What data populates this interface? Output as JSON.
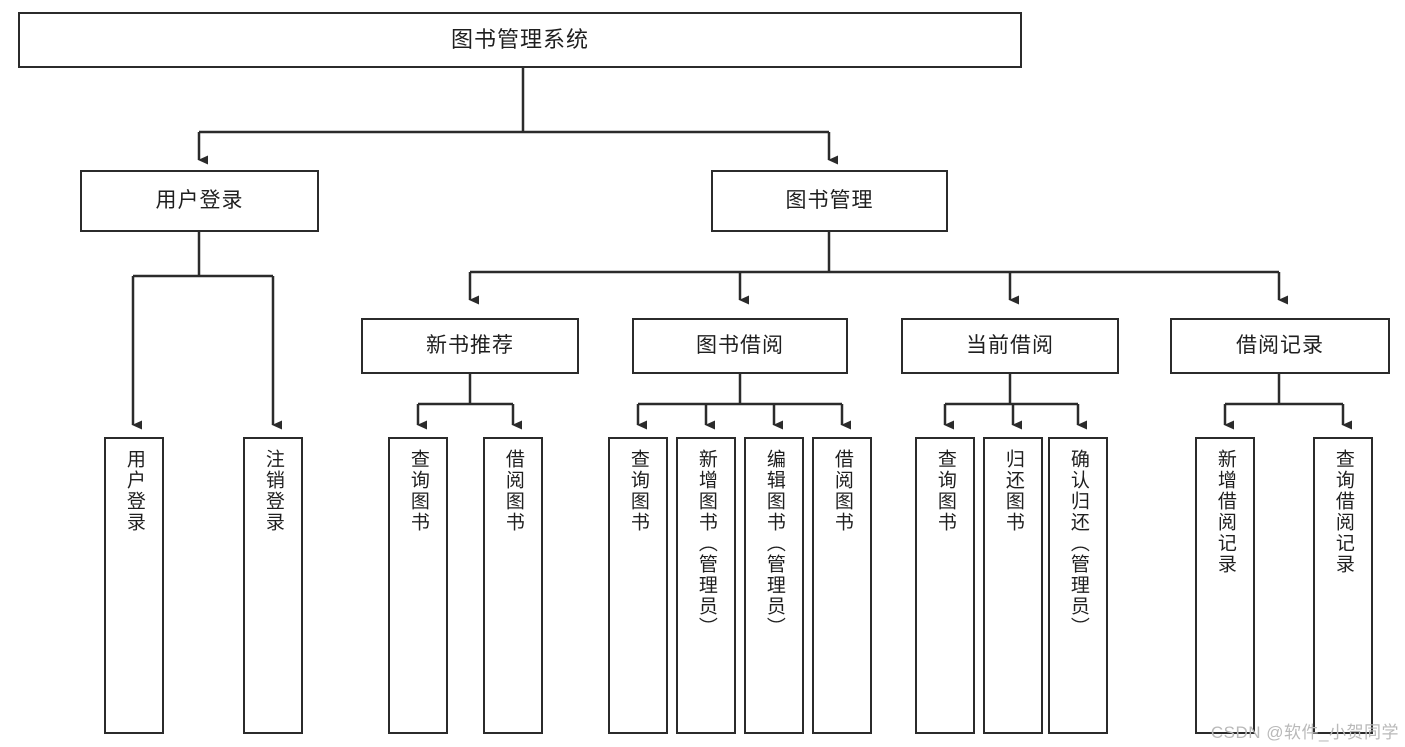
{
  "diagram": {
    "title": "图书管理系统",
    "type": "hierarchy-tree",
    "watermark": "CSDN @软件_小贺同学",
    "colors": {
      "box_border": "#2b2b2b",
      "box_fill": "#ffffff",
      "connector": "#2b2b2b",
      "text": "#1f1f1f",
      "watermark": "#b9b9b9"
    },
    "root": {
      "label": "图书管理系统"
    },
    "level2": [
      {
        "label": "用户登录"
      },
      {
        "label": "图书管理"
      }
    ],
    "level3": [
      {
        "label": "新书推荐"
      },
      {
        "label": "图书借阅"
      },
      {
        "label": "当前借阅"
      },
      {
        "label": "借阅记录"
      }
    ],
    "leaves": {
      "user_login": [
        {
          "label": "用户登录"
        },
        {
          "label": "注销登录"
        }
      ],
      "new_book_recommend": [
        {
          "label": "查询图书"
        },
        {
          "label": "借阅图书"
        }
      ],
      "book_borrow": [
        {
          "label": "查询图书"
        },
        {
          "label": "新增图书（管理员）"
        },
        {
          "label": "编辑图书（管理员）"
        },
        {
          "label": "借阅图书"
        }
      ],
      "current_borrow": [
        {
          "label": "查询图书"
        },
        {
          "label": "归还图书"
        },
        {
          "label": "确认归还（管理员）"
        }
      ],
      "borrow_record": [
        {
          "label": "新增借阅记录"
        },
        {
          "label": "查询借阅记录"
        }
      ]
    }
  }
}
